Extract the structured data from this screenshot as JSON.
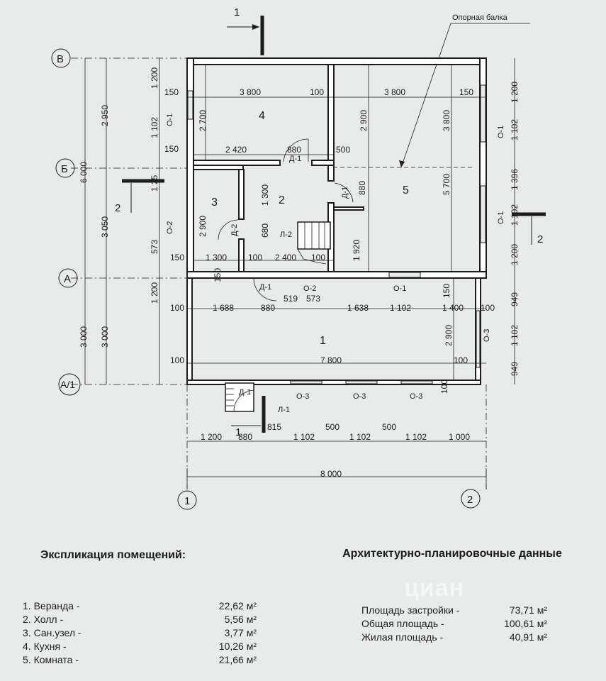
{
  "header": {
    "beam_label": "Опорная балка",
    "section_1": "1",
    "section_2": "2"
  },
  "axes": {
    "v": "В",
    "b": "Б",
    "a": "А",
    "a1": "А/1",
    "n1": "1",
    "n2": "2"
  },
  "rooms": {
    "r1": "1",
    "r2": "2",
    "r3": "3",
    "r4": "4",
    "r5": "5"
  },
  "labels": {
    "d1": "Д-1",
    "d2": "Д-2",
    "l1": "Л-1",
    "l2": "Л-2",
    "o1": "О-1",
    "o2": "О-2",
    "o3": "О-3"
  },
  "dims": {
    "v3800": "3 800",
    "v100": "100",
    "v150": "150",
    "v2420": "2 420",
    "v880": "880",
    "v500": "500",
    "v2900": "2 900",
    "v2700": "2 700",
    "v1300": "1 300",
    "v680": "680",
    "v1920": "1 920",
    "v5700": "5 700",
    "v2400": "2 400",
    "v573": "573",
    "v519": "519",
    "v1688": "1 688",
    "v1638": "1 638",
    "v1102": "1 102",
    "v1400": "1 400",
    "v7800": "7 800",
    "v1200": "1 200",
    "v1000": "1 000",
    "v8000": "8 000",
    "v815": "815",
    "v2950": "2 950",
    "v6000": "6 000",
    "v3050": "3 050",
    "v3000": "3 000",
    "v125": "1 25",
    "v1396": "1 396",
    "v949": "949"
  },
  "explication": {
    "title": "Экспликация помещений:",
    "items": [
      {
        "name": "1. Веранда   -",
        "value": "22,62 м²"
      },
      {
        "name": "2. Холл   -",
        "value": "5,56 м²"
      },
      {
        "name": "3. Сан.узел   -",
        "value": "3,77 м²"
      },
      {
        "name": "4. Кухня   -",
        "value": "10,26 м²"
      },
      {
        "name": "5. Комната   -",
        "value": "21,66 м²"
      }
    ]
  },
  "arch_data": {
    "title": "Архитектурно-планировочные данные",
    "items": [
      {
        "name": "Площадь застройки -",
        "value": "73,71 м²"
      },
      {
        "name": "Общая площадь -",
        "value": "100,61 м²"
      },
      {
        "name": "Жилая площадь -",
        "value": "40,91 м²"
      }
    ]
  },
  "watermark": "циан"
}
